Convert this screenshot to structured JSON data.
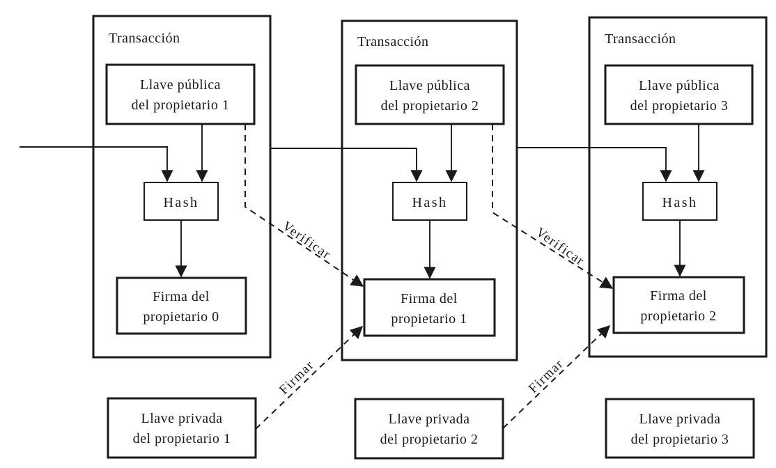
{
  "transactions": [
    {
      "title": "Transacción",
      "public_key": {
        "line1": "Llave pública",
        "line2": "del propietario 1"
      },
      "hash": "Hash",
      "signature": {
        "line1": "Firma del",
        "line2": "propietario 0"
      },
      "private_key": {
        "line1": "Llave privada",
        "line2": "del propietario 1"
      }
    },
    {
      "title": "Transacción",
      "public_key": {
        "line1": "Llave pública",
        "line2": "del propietario 2"
      },
      "hash": "Hash",
      "signature": {
        "line1": "Firma del",
        "line2": "propietario 1"
      },
      "private_key": {
        "line1": "Llave privada",
        "line2": "del propietario 2"
      }
    },
    {
      "title": "Transacción",
      "public_key": {
        "line1": "Llave pública",
        "line2": "del propietario 3"
      },
      "hash": "Hash",
      "signature": {
        "line1": "Firma del",
        "line2": "propietario 2"
      },
      "private_key": {
        "line1": "Llave privada",
        "line2": "del propietario 3"
      }
    }
  ],
  "arrow_labels": {
    "verify": "Verificar",
    "sign": "Firmar"
  },
  "colors": {
    "line": "#1a1a1a",
    "background": "#ffffff"
  }
}
